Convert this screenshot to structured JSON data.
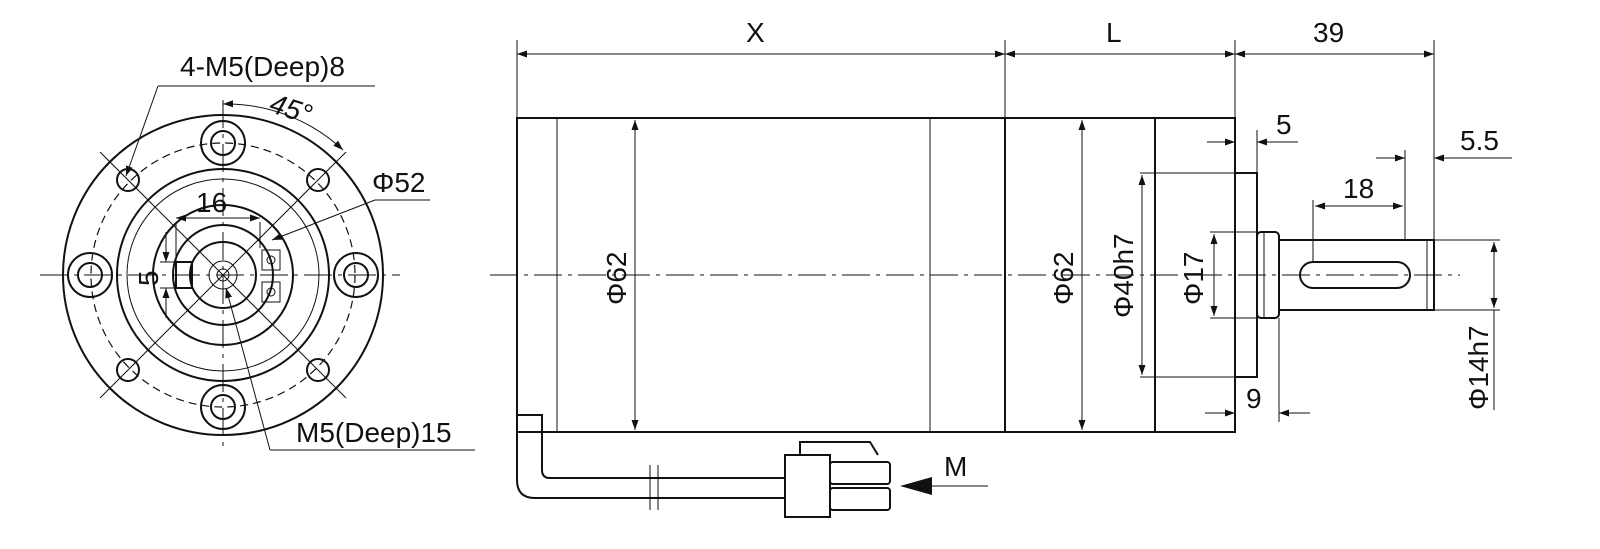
{
  "labels": {
    "x_dim": "X",
    "l_dim": "L",
    "d39": "39",
    "d5": "5",
    "d5_5": "5.5",
    "d18": "18",
    "d9": "9",
    "phi62_a": "Φ62",
    "phi62_b": "Φ62",
    "phi40": "Φ40h7",
    "phi17": "Φ17",
    "phi14": "Φ14h7",
    "m_label": "M",
    "front_m5_8": "4-M5(Deep)8",
    "front_angle": "45°",
    "front_phi52": "Φ52",
    "front_16": "16",
    "front_5": "5",
    "front_m5_15": "M5(Deep)15"
  }
}
